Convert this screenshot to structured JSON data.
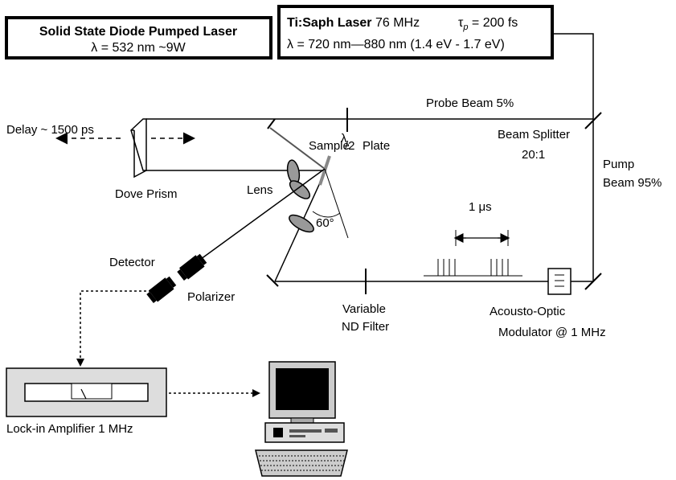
{
  "pump_laser": {
    "title": "Solid State Diode Pumped Laser",
    "spec": "λ = 532 nm   ~9W"
  },
  "tisaph_laser": {
    "name": "Ti:Saph Laser",
    "rate": " 76 MHz",
    "tau_symbol": "τ",
    "tau_sub": "p",
    "tau_value": " = 200 fs",
    "spec": "λ = 720 nm—880 nm  (1.4 eV - 1.7 eV)"
  },
  "labels": {
    "probe_beam": "Probe Beam 5%",
    "beam_splitter": "Beam Splitter",
    "split_ratio": "20:1",
    "pump_beam_line1": "Pump",
    "pump_beam_line2": "Beam 95%",
    "delay": "Delay ~ 1500 ps",
    "half_wave_num": "λ",
    "half_wave_den": "/2",
    "half_wave_text": "Plate",
    "sample": "Sample",
    "dove_prism": "Dove Prism",
    "lens": "Lens",
    "angle": "60°",
    "pulse_period": "1 μs",
    "detector": "Detector",
    "polarizer": "Polarizer",
    "variable_nd_line1": "Variable",
    "variable_nd_line2": "ND Filter",
    "aom_line1": "Acousto-Optic",
    "aom_line2": "Modulator @ 1 MHz",
    "lockin": "Lock-in Amplifier 1 MHz"
  }
}
